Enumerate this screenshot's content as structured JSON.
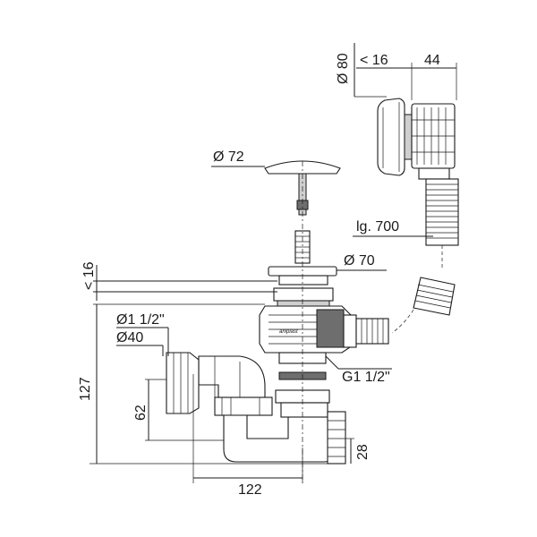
{
  "dimensions": {
    "d80": "Ø 80",
    "lt16_top": "< 16",
    "w44": "44",
    "d72": "Ø 72",
    "lg700": "lg. 700",
    "lt16_left": "< 16",
    "d70": "Ø 70",
    "d1_1_2": "Ø1 1/2\"",
    "d40": "Ø40",
    "g1_1_2": "G1 1/2\"",
    "h127": "127",
    "h62": "62",
    "h28": "28",
    "w122": "122"
  },
  "brand_text": "aniplast"
}
